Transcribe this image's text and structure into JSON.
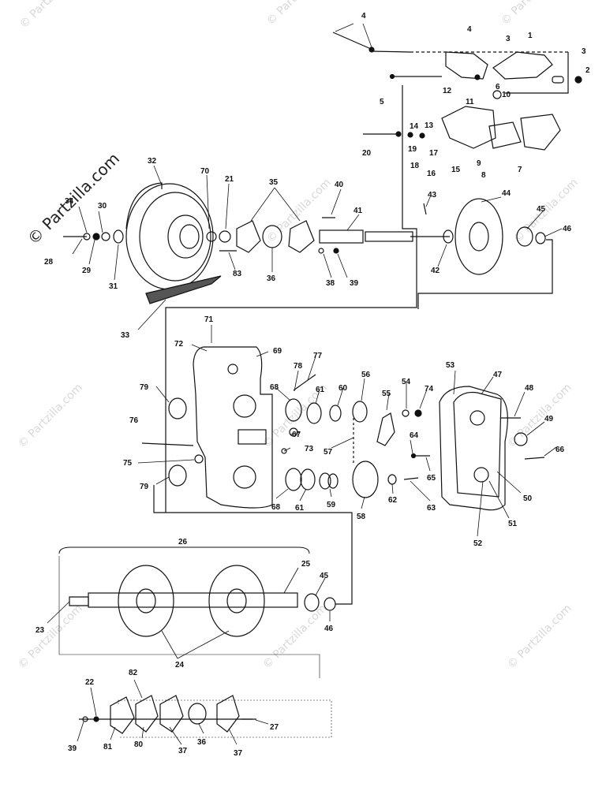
{
  "watermark": {
    "text": "© Partzilla.com",
    "main_text": "© Partzilla.com"
  },
  "callouts": {
    "c1": "1",
    "c2": "2",
    "c3a": "3",
    "c3b": "3",
    "c4a": "4",
    "c4b": "4",
    "c5": "5",
    "c6": "6",
    "c7": "7",
    "c8": "8",
    "c9": "9",
    "c10": "10",
    "c11": "11",
    "c12": "12",
    "c13": "13",
    "c14": "14",
    "c15": "15",
    "c16": "16",
    "c17": "17",
    "c18": "18",
    "c19": "19",
    "c20": "20",
    "c21": "21",
    "c22": "22",
    "c23": "23",
    "c24": "24",
    "c25": "25",
    "c26": "26",
    "c27": "27",
    "c28": "28",
    "c29": "29",
    "c30": "30",
    "c31": "31",
    "c32": "32",
    "c33": "33",
    "c34": "34",
    "c35": "35",
    "c36a": "36",
    "c36b": "36",
    "c37a": "37",
    "c37b": "37",
    "c38": "38",
    "c39a": "39",
    "c39b": "39",
    "c40": "40",
    "c41": "41",
    "c42": "42",
    "c43": "43",
    "c44": "44",
    "c45a": "45",
    "c45b": "45",
    "c46a": "46",
    "c46b": "46",
    "c47": "47",
    "c48": "48",
    "c49": "49",
    "c50": "50",
    "c51": "51",
    "c52": "52",
    "c53": "53",
    "c54": "54",
    "c55": "55",
    "c56": "56",
    "c57": "57",
    "c58": "58",
    "c59": "59",
    "c60": "60",
    "c61a": "61",
    "c61b": "61",
    "c62": "62",
    "c63": "63",
    "c64": "64",
    "c65": "65",
    "c66": "66",
    "c67": "67",
    "c68a": "68",
    "c68b": "68",
    "c69": "69",
    "c70": "70",
    "c71": "71",
    "c72": "72",
    "c73": "73",
    "c74": "74",
    "c75": "75",
    "c76": "76",
    "c77": "77",
    "c78": "78",
    "c79a": "79",
    "c79b": "79",
    "c80": "80",
    "c81": "81",
    "c82": "82",
    "c83": "83"
  }
}
